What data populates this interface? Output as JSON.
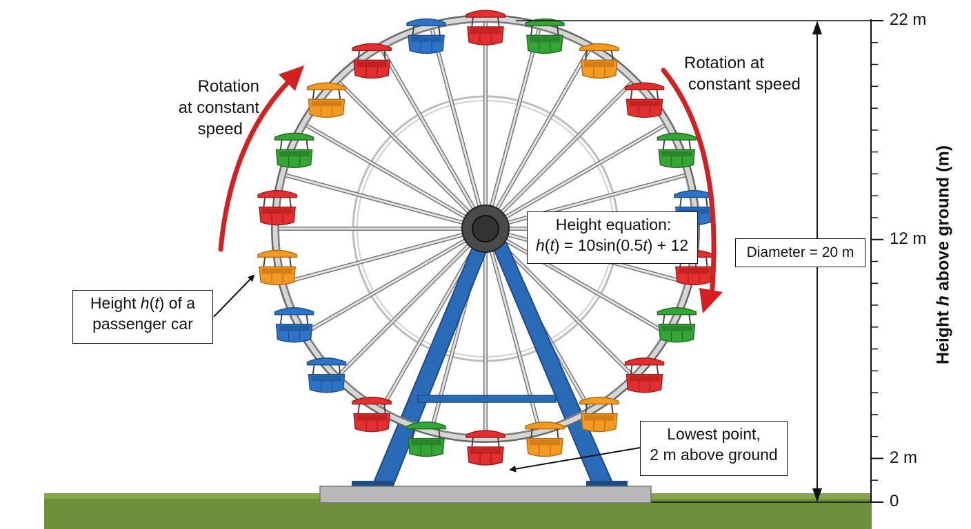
{
  "labels": {
    "rotation_left": [
      "Rotation",
      "at constant",
      "speed"
    ],
    "rotation_right": [
      "Rotation at",
      "constant speed"
    ],
    "height_callout_prefix": "Height ",
    "height_callout_fn": "h",
    "height_callout_arg": "t",
    "height_callout_mid": ") of a",
    "height_callout_line2": "passenger car",
    "equation_title": "Height equation:",
    "equation_fn": "h",
    "equation_arg": "t",
    "equation_body": ") = 10sin(0.5",
    "equation_end": ") + 12",
    "diameter": "Diameter = 20 m",
    "lowest_line1": "Lowest point,",
    "lowest_line2": "2 m above ground"
  },
  "axis": {
    "title_prefix": "Height ",
    "title_var": "h",
    "title_suffix": " above ground (m)",
    "ticks": [
      {
        "label": "22 m",
        "value": 22
      },
      {
        "label": "12 m",
        "value": 12
      },
      {
        "label": "2 m",
        "value": 2
      },
      {
        "label": "0",
        "value": 0
      }
    ],
    "minor_step": 1
  },
  "colors": {
    "wheel_frame": "#9a9a9a",
    "support": "#2a6bb8",
    "rotation_arrow": "#d42020",
    "grass": "#6f8f3c",
    "base": "#b8b8b8",
    "cars": [
      "#e23030",
      "#f39a22",
      "#35a536",
      "#2d74c8"
    ]
  }
}
